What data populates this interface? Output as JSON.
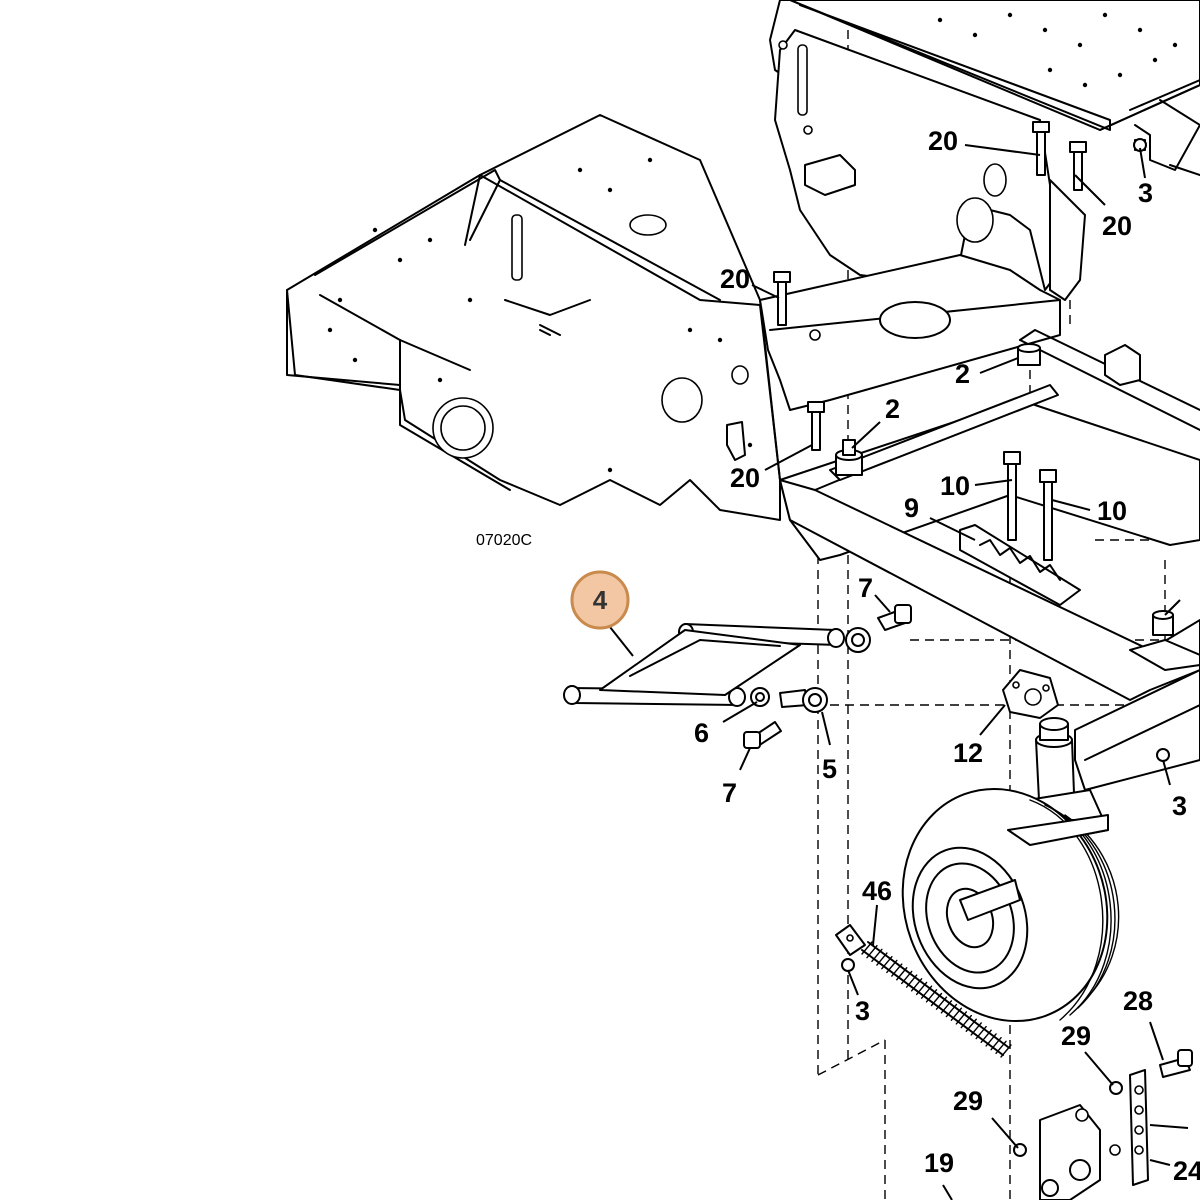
{
  "diagram": {
    "drawing_code": "07020C",
    "highlighted_callout": "4",
    "highlight_color": "#f3c7a4",
    "callouts": [
      {
        "id": "c20a",
        "label": "20"
      },
      {
        "id": "c20b",
        "label": "20"
      },
      {
        "id": "c3a",
        "label": "3"
      },
      {
        "id": "c20c",
        "label": "20"
      },
      {
        "id": "c2a",
        "label": "2"
      },
      {
        "id": "c2b",
        "label": "2"
      },
      {
        "id": "c20d",
        "label": "20"
      },
      {
        "id": "c10a",
        "label": "10"
      },
      {
        "id": "c10b",
        "label": "10"
      },
      {
        "id": "c9",
        "label": "9"
      },
      {
        "id": "c7a",
        "label": "7"
      },
      {
        "id": "c6",
        "label": "6"
      },
      {
        "id": "c5",
        "label": "5"
      },
      {
        "id": "c7b",
        "label": "7"
      },
      {
        "id": "c12",
        "label": "12"
      },
      {
        "id": "c3b",
        "label": "3"
      },
      {
        "id": "c46",
        "label": "46"
      },
      {
        "id": "c3c",
        "label": "3"
      },
      {
        "id": "c28",
        "label": "28"
      },
      {
        "id": "c29a",
        "label": "29"
      },
      {
        "id": "c29b",
        "label": "29"
      },
      {
        "id": "c19",
        "label": "19"
      },
      {
        "id": "c24",
        "label": "24"
      }
    ]
  }
}
